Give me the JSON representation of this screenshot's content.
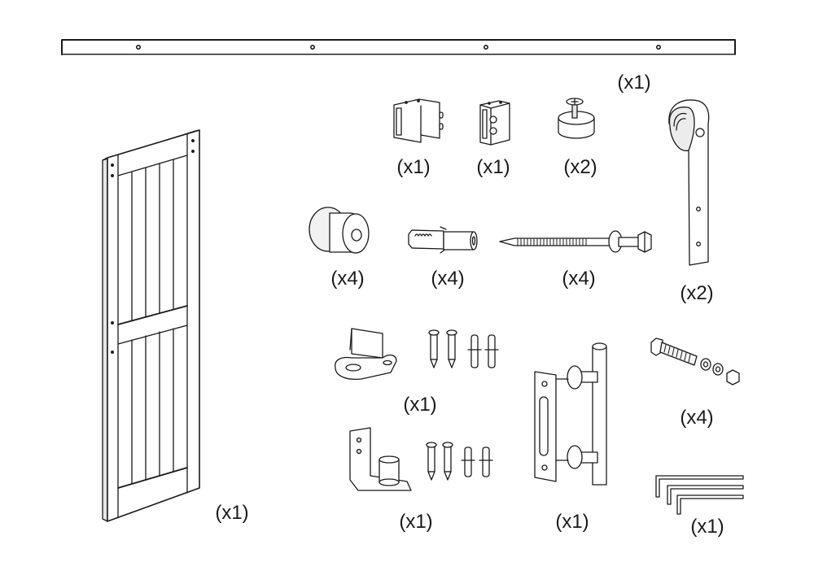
{
  "title": "Sliding barn door hardware kit - parts list",
  "parts": [
    {
      "id": "track-rail",
      "name": "Flat track rail",
      "quantity": "(x1)"
    },
    {
      "id": "door-panel",
      "name": "Barn door panel",
      "quantity": "(x1)"
    },
    {
      "id": "track-end-stop-left",
      "name": "Track end stop",
      "quantity": "(x1)"
    },
    {
      "id": "track-end-stop-right",
      "name": "Track end stop with rollers",
      "quantity": "(x1)"
    },
    {
      "id": "anti-jump-disc",
      "name": "Anti-jump disc with screw",
      "quantity": "(x2)"
    },
    {
      "id": "hanger-strap",
      "name": "Roller hanger strap",
      "quantity": "(x2)"
    },
    {
      "id": "spacer",
      "name": "Wall spacer",
      "quantity": "(x4)"
    },
    {
      "id": "wall-anchor",
      "name": "Wall anchor",
      "quantity": "(x4)"
    },
    {
      "id": "lag-bolt",
      "name": "Lag bolt with washer",
      "quantity": "(x4)"
    },
    {
      "id": "floor-guide-t",
      "name": "T-shaped floor guide with screws and anchors",
      "quantity": "(x1)"
    },
    {
      "id": "floor-guide-roller",
      "name": "Roller floor guide with screws and anchors",
      "quantity": "(x1)"
    },
    {
      "id": "door-handle",
      "name": "Pull handle with flush plate",
      "quantity": "(x1)"
    },
    {
      "id": "hex-bolt-set",
      "name": "Hex bolt with washers and nut",
      "quantity": "(x4)"
    },
    {
      "id": "hex-key-set",
      "name": "Hex key set",
      "quantity": "(x1)"
    }
  ],
  "colors": {
    "line": "#1a1a1a",
    "fill": "#ffffff",
    "shade": "#e6e6e6"
  }
}
